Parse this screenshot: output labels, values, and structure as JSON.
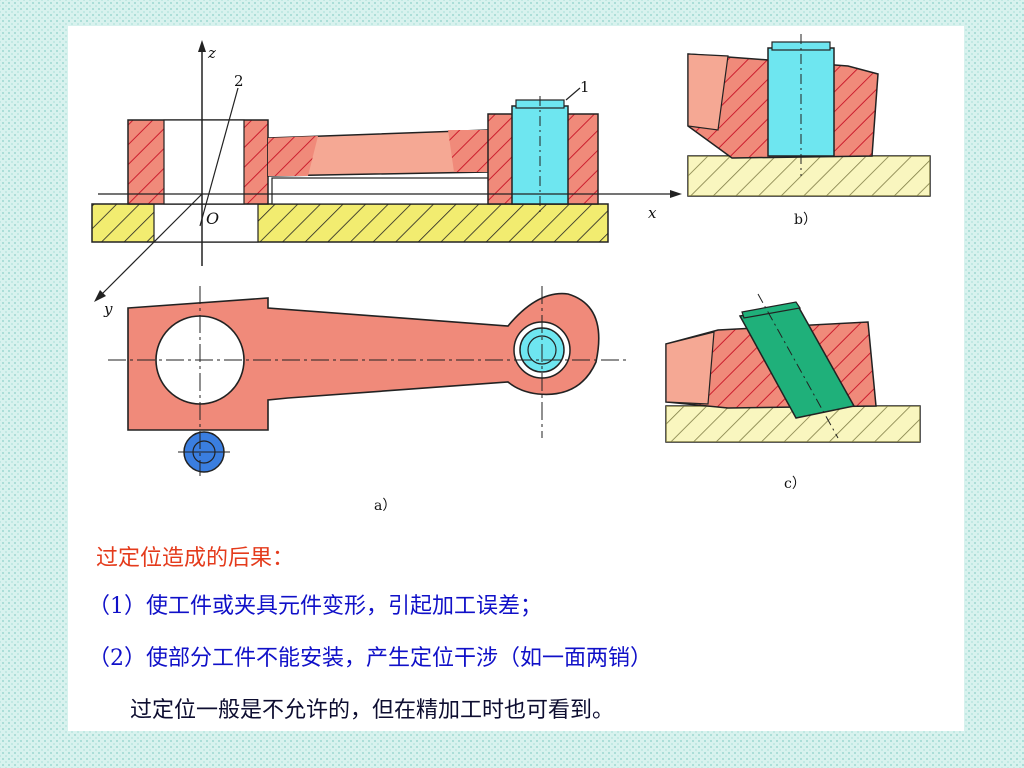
{
  "figure": {
    "label_a": "a）",
    "label_b": "b）",
    "label_c": "c）",
    "axis_z": "z",
    "axis_x": "x",
    "axis_y": "y",
    "origin": "O",
    "callout_1": "1",
    "callout_2": "2",
    "colors": {
      "part": "#f08a7a",
      "part_light": "#f5a894",
      "base": "#f2ec70",
      "pin": "#6ee6f0",
      "pin_tilted": "#1fb07a",
      "pin_small": "#3a7ee0",
      "hatch": "#cc1f2f"
    }
  },
  "caption": {
    "heading": "过定位造成的后果：",
    "line1": "（1）使工件或夹具元件变形，引起加工误差；",
    "line2": "（2）使部分工件不能安装，产生定位干涉（如一面两销）",
    "line3": "过定位一般是不允许的，但在精加工时也可看到。"
  }
}
